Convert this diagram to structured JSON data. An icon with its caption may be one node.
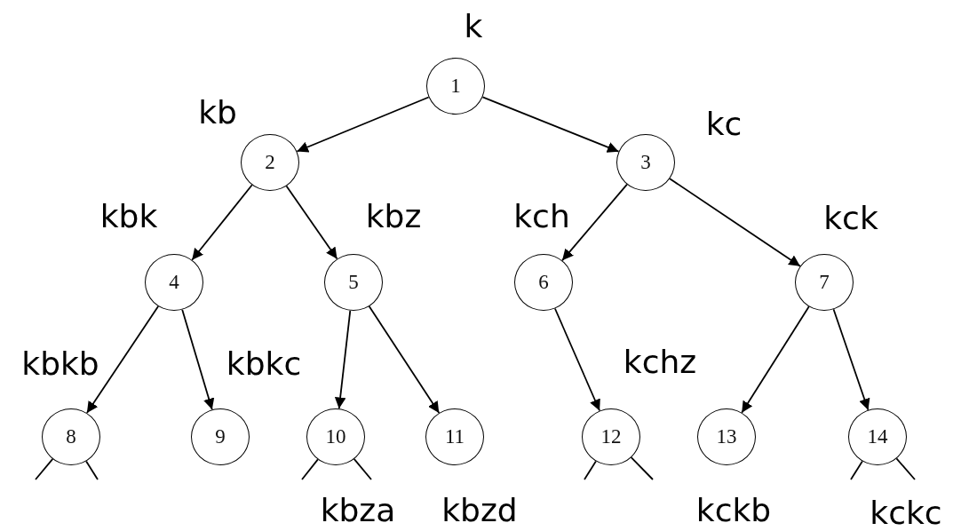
{
  "diagram": {
    "nodes": [
      {
        "text": [
          "1"
        ],
        "beside": [
          "k"
        ]
      },
      {
        "text": [
          "2"
        ],
        "beside": [
          "kb"
        ]
      },
      {
        "text": [
          "3"
        ],
        "beside": [
          "kc"
        ]
      },
      {
        "text": [
          "4"
        ],
        "beside": [
          "kbk"
        ]
      },
      {
        "text": [
          "5"
        ],
        "beside": [
          "kbz"
        ]
      },
      {
        "text": [
          "6"
        ],
        "beside": [
          "kch"
        ]
      },
      {
        "text": [
          "7"
        ],
        "beside": [
          "kck"
        ]
      },
      {
        "text": [
          "8"
        ],
        "beside": [
          "kbkb"
        ]
      },
      {
        "text": [
          "9"
        ],
        "beside": [
          "kbkc"
        ]
      },
      {
        "text": [
          "10"
        ],
        "beside": [
          "kbza"
        ]
      },
      {
        "text": [
          "11"
        ],
        "beside": [
          "kbzd"
        ]
      },
      {
        "text": [
          "12"
        ],
        "beside": [
          "kchz"
        ]
      },
      {
        "text": [
          "13"
        ],
        "beside": [
          "kckb"
        ]
      },
      {
        "text": [
          "14"
        ],
        "beside": [
          "kckc"
        ]
      }
    ],
    "edges": [
      {
        "from": 0,
        "to": 1,
        "arrow": "to"
      },
      {
        "from": 0,
        "to": 2,
        "arrow": "to"
      },
      {
        "from": 1,
        "to": 3,
        "arrow": "to"
      },
      {
        "from": 1,
        "to": 4,
        "arrow": "to"
      },
      {
        "from": 2,
        "to": 5,
        "arrow": "to"
      },
      {
        "from": 2,
        "to": 6,
        "arrow": "to"
      },
      {
        "from": 3,
        "to": 7,
        "arrow": "to"
      },
      {
        "from": 3,
        "to": 8,
        "arrow": "to"
      },
      {
        "from": 4,
        "to": 9,
        "arrow": "to"
      },
      {
        "from": 4,
        "to": 10,
        "arrow": "to"
      },
      {
        "from": 5,
        "to": 11,
        "arrow": "to"
      },
      {
        "from": 6,
        "to": 12,
        "arrow": "to"
      },
      {
        "from": 6,
        "to": 13,
        "arrow": "to"
      },
      {
        "from": 7,
        "to": null,
        "arrow": "none"
      },
      {
        "from": 7,
        "to": null,
        "arrow": "none"
      },
      {
        "from": 9,
        "to": null,
        "arrow": "none"
      },
      {
        "from": 9,
        "to": null,
        "arrow": "none"
      },
      {
        "from": 11,
        "to": null,
        "arrow": "none"
      },
      {
        "from": 11,
        "to": null,
        "arrow": "none"
      },
      {
        "from": 13,
        "to": null,
        "arrow": "none"
      },
      {
        "from": 13,
        "to": null,
        "arrow": "none"
      }
    ]
  }
}
